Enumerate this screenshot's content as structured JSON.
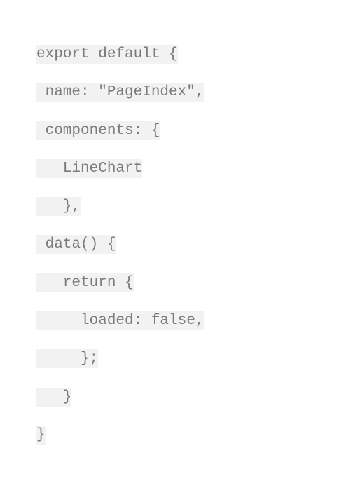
{
  "code": {
    "lines": [
      "export default {",
      " name: \"PageIndex\",",
      " components: {",
      "   LineChart",
      "   },",
      " data() {",
      "   return {",
      "     loaded: false,",
      "     };",
      "   }",
      "}"
    ]
  }
}
